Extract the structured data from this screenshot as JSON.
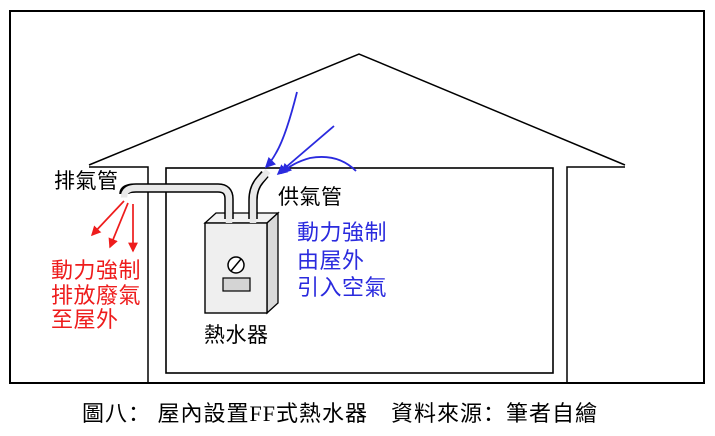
{
  "figure": {
    "caption": "圖八： 屋內設置FF式熱水器　資料來源：筆者自繪",
    "labels": {
      "exhaust_pipe": "排氣管",
      "supply_pipe": "供氣管",
      "water_heater": "熱水器"
    },
    "notes": {
      "exhaust_note": "動力強制\n排放廢氣\n至屋外",
      "intake_note": "動力強制\n由屋外\n引入空氣"
    },
    "colors": {
      "exhaust_red": "#ee1c1c",
      "intake_blue": "#2a2ade",
      "outline_black": "#000000",
      "pipe_gray": "#e9e9e9",
      "heater_front": "#efefef",
      "heater_side": "#d9d9d9",
      "background": "#ffffff"
    }
  }
}
